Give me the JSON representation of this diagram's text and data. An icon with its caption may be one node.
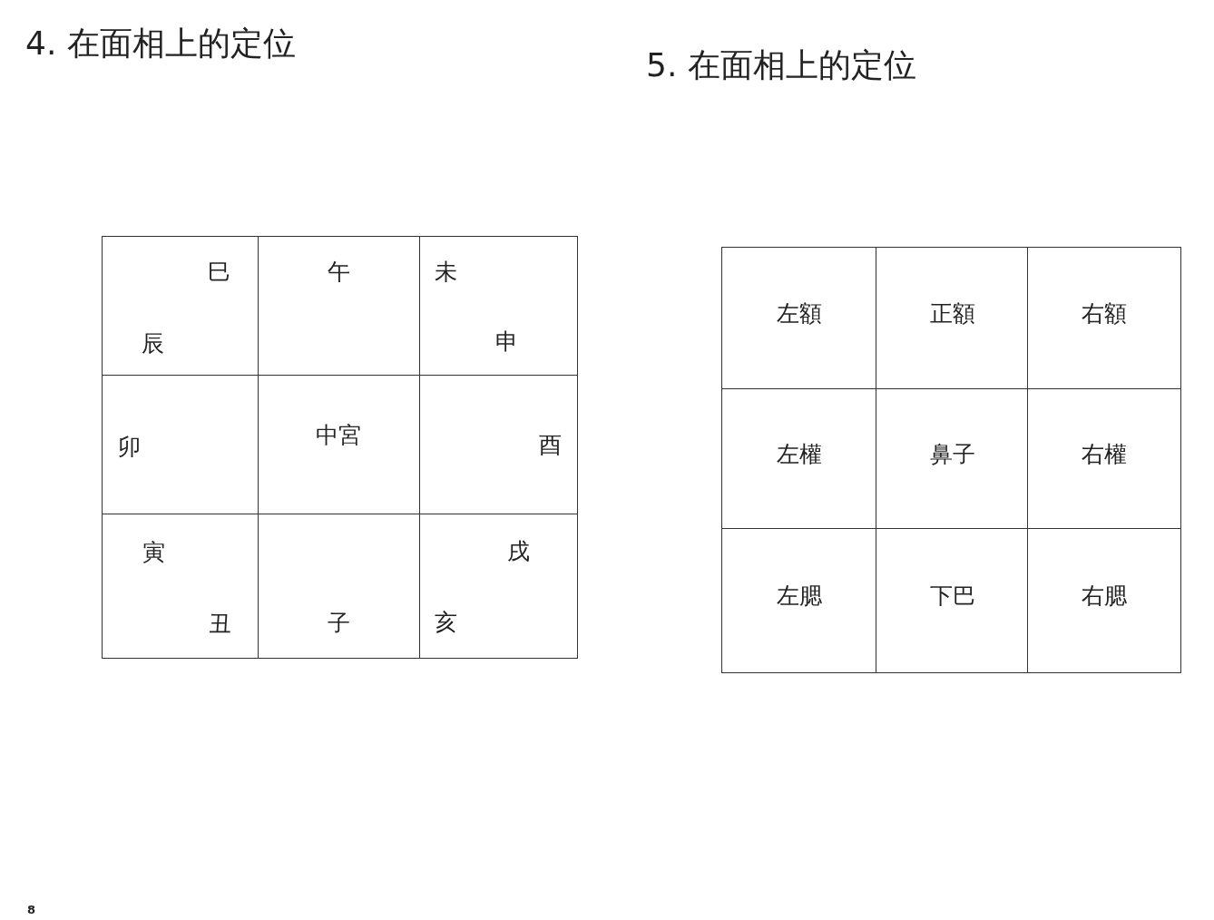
{
  "diagram": {
    "nodes": [
      {
        "text": [
          "巳",
          "辰"
        ]
      },
      {
        "text": [
          "午"
        ]
      },
      {
        "text": [
          "未",
          "申"
        ]
      },
      {
        "text": [
          "卯"
        ]
      },
      {
        "text": [
          "中宮"
        ]
      },
      {
        "text": [
          "酉"
        ]
      },
      {
        "text": [
          "寅",
          "丑"
        ]
      },
      {
        "text": [
          "子"
        ]
      },
      {
        "text": [
          "戌",
          "亥"
        ]
      },
      {
        "text": [
          "左額"
        ]
      },
      {
        "text": [
          "正額"
        ]
      },
      {
        "text": [
          "右額"
        ]
      },
      {
        "text": [
          "左權"
        ]
      },
      {
        "text": [
          "鼻子"
        ]
      },
      {
        "text": [
          "右權"
        ]
      },
      {
        "text": [
          "左腮"
        ]
      },
      {
        "text": [
          "下巴"
        ]
      },
      {
        "text": [
          "右腮"
        ]
      }
    ],
    "labels": [
      "4. 在面相上的定位",
      "5. 在面相上的定位",
      "8"
    ]
  }
}
